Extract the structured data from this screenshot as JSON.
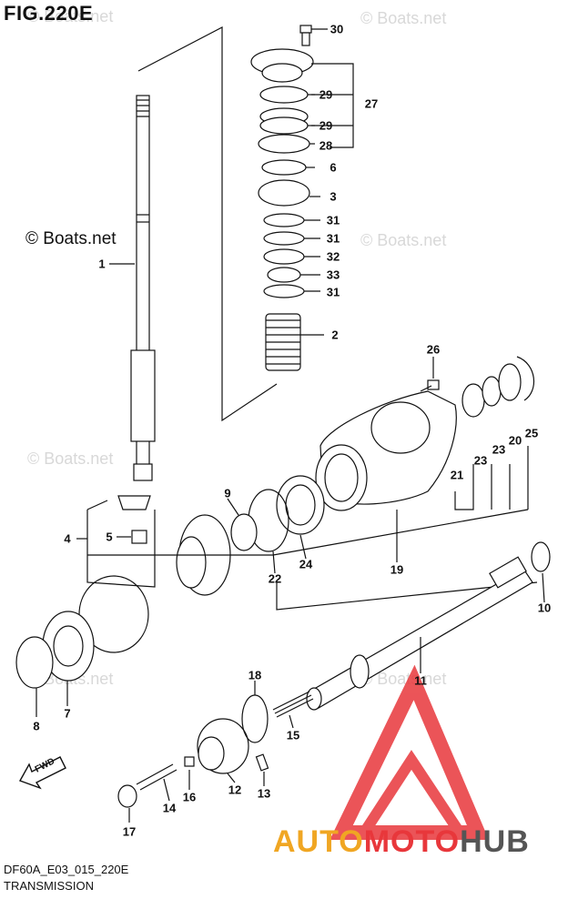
{
  "figure_title": "FIG.220E",
  "copyright": "© Boats.net",
  "watermark": "© Boats.net",
  "drawing_code": "DF60A_E03_015_220E",
  "subtitle": "TRANSMISSION",
  "direction_label": "FWD",
  "brand": {
    "part1": "AUTO",
    "part2": "MOTO",
    "part3": "HUB"
  },
  "colors": {
    "brand_orange": "#f0a623",
    "brand_red": "#e8373b",
    "brand_gray": "#555555"
  },
  "callouts": [
    "30",
    "29",
    "27",
    "29",
    "28",
    "6",
    "3",
    "31",
    "31",
    "32",
    "33",
    "31",
    "2",
    "1",
    "26",
    "25",
    "20",
    "23",
    "23",
    "21",
    "4",
    "5",
    "9",
    "22",
    "24",
    "19",
    "10",
    "11",
    "18",
    "15",
    "8",
    "7",
    "17",
    "14",
    "16",
    "12",
    "13"
  ]
}
